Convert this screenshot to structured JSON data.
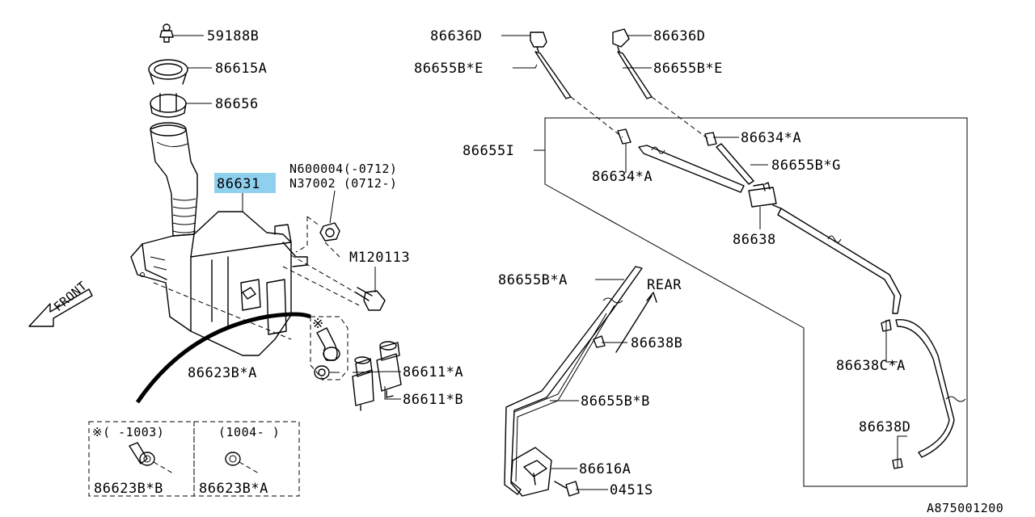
{
  "highlight_color": "#8fd0ef",
  "labels": {
    "l59188b": "59188B",
    "l86615a": "86615A",
    "l86656": "86656",
    "l86631": "86631",
    "ln600004": "N600004(-0712)",
    "ln37002": "N37002 (0712-)",
    "lm120113": "M120113",
    "lfront": "FRONT",
    "l86623ba": "86623B*A",
    "l86611a": "86611*A",
    "l86611b": "86611*B",
    "lbox1hdr": "※( -1003)",
    "lbox2hdr": "(1004- )",
    "l86623bb": "86623B*B",
    "l86623ba2": "86623B*A",
    "l86636d_l": "86636D",
    "l86655be_l": "86655B*E",
    "l86636d_r": "86636D",
    "l86655be_r": "86655B*E",
    "l86655i": "86655I",
    "l86634a_r": "86634*A",
    "l86634a_l": "86634*A",
    "l86655bg": "86655B*G",
    "l86638": "86638",
    "l86655ba": "86655B*A",
    "lrear": "REAR",
    "l86638b": "86638B",
    "l86655bb": "86655B*B",
    "l86616a": "86616A",
    "l0451s": "0451S",
    "l86638ca": "86638C*A",
    "l86638d": "86638D",
    "lfignum": "A875001200",
    "lmark": "※"
  }
}
